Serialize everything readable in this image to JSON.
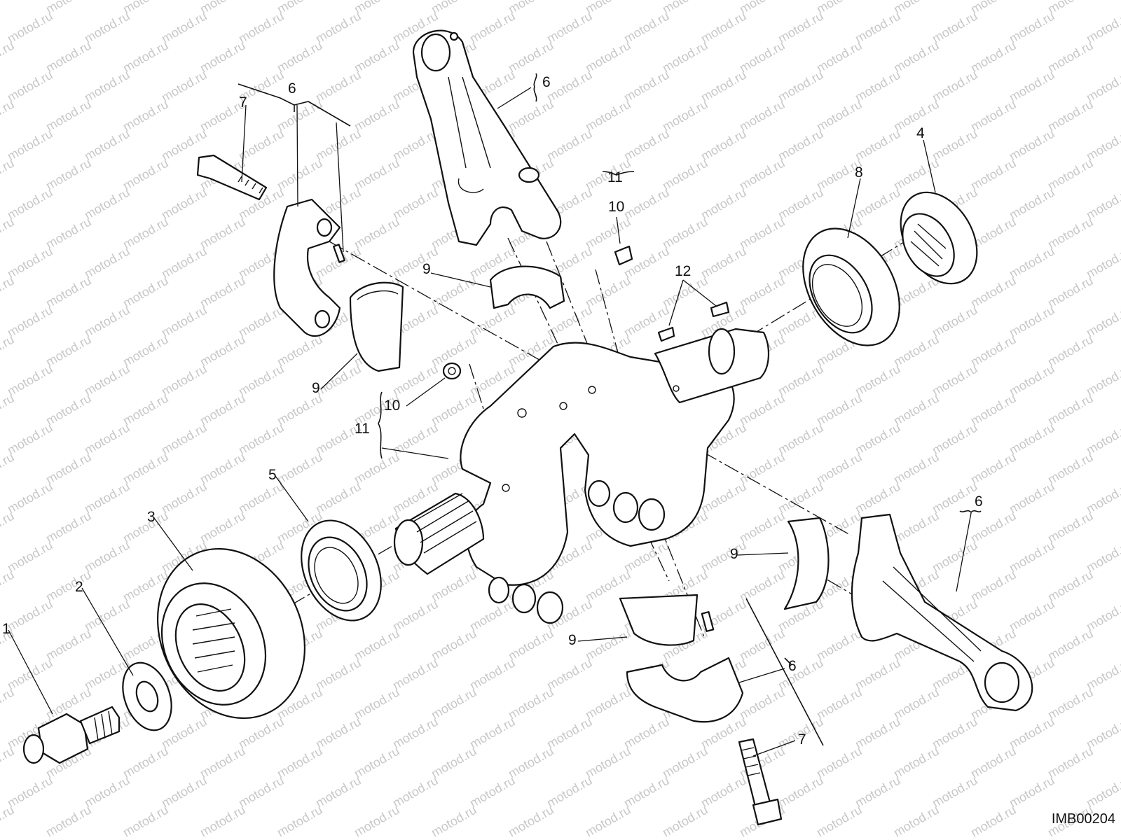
{
  "drawing_code": "IMB00204",
  "watermark_text": "motod.ru",
  "callouts": {
    "c1": "1",
    "c2": "2",
    "c3": "3",
    "c4": "4",
    "c5": "5",
    "c6": "6",
    "c7": "7",
    "c8": "8",
    "c9": "9",
    "c10": "10",
    "c11": "11",
    "c12": "12"
  },
  "colors": {
    "line": "#111111",
    "background": "#ffffff",
    "watermark": "#c8c8c8"
  }
}
